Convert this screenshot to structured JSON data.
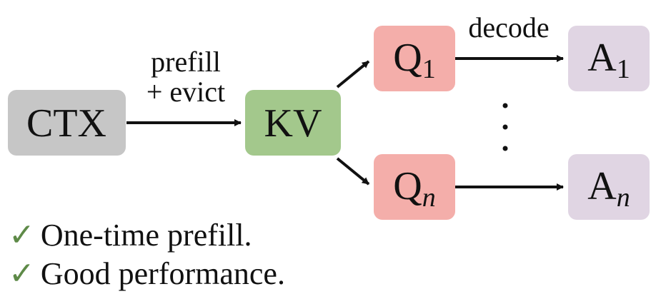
{
  "nodes": {
    "ctx": {
      "label": "CTX",
      "color": "#c6c6c6"
    },
    "kv": {
      "label": "KV",
      "color": "#a3c88c"
    },
    "q1": {
      "label": "Q",
      "subscript": "1",
      "color": "#f4aeaa"
    },
    "qn": {
      "label": "Q",
      "subscript": "n",
      "color": "#f4aeaa"
    },
    "a1": {
      "label": "A",
      "subscript": "1",
      "color": "#e0d5e3"
    },
    "an": {
      "label": "A",
      "subscript": "n",
      "color": "#e0d5e3"
    }
  },
  "edges": {
    "ctx_to_kv": {
      "label_line1": "prefill",
      "label_line2": "+ evict"
    },
    "q1_to_a1": {
      "label": "decode"
    }
  },
  "notes": [
    {
      "mark": "✓",
      "text": "One-time prefill."
    },
    {
      "mark": "✓",
      "text": "Good performance."
    }
  ],
  "colors": {
    "arrow": "#111111",
    "check": "#5e8a48",
    "text": "#111111"
  }
}
